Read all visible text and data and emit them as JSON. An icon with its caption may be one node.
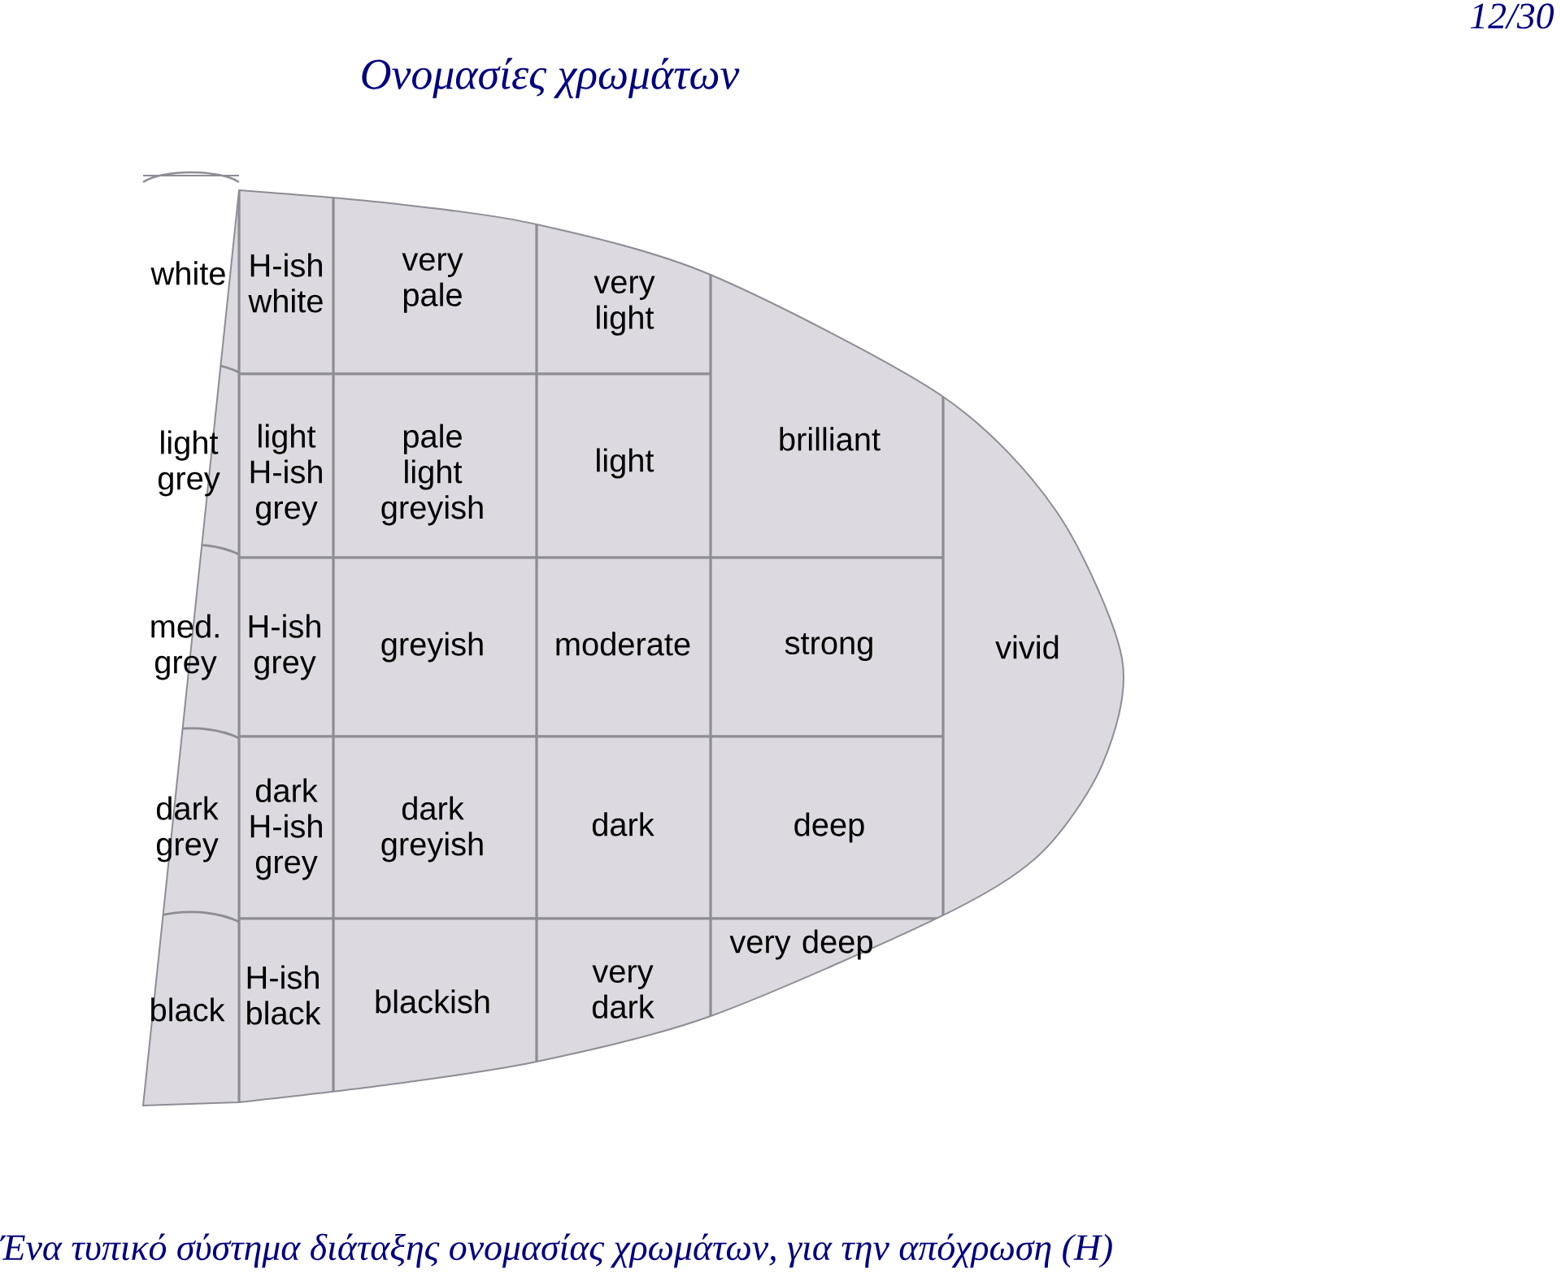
{
  "diagram": {
    "title": "Ονομασίες χρωμάτων",
    "caption": "Ένα τυπικό σύστημα διάταξης ονομασίας χρωμάτων, για την απόχρωση (H)",
    "labels": [
      "12/30",
      "white",
      "H-ish white",
      "very pale",
      "very light",
      "light grey",
      "light H-ish grey",
      "pale light greyish",
      "light",
      "brilliant",
      "med. grey",
      "H-ish grey",
      "greyish",
      "moderate",
      "strong",
      "vivid",
      "dark grey",
      "dark H-ish grey",
      "dark greyish",
      "dark",
      "deep",
      "black",
      "H-ish black",
      "blackish",
      "very dark",
      "very deep"
    ]
  }
}
